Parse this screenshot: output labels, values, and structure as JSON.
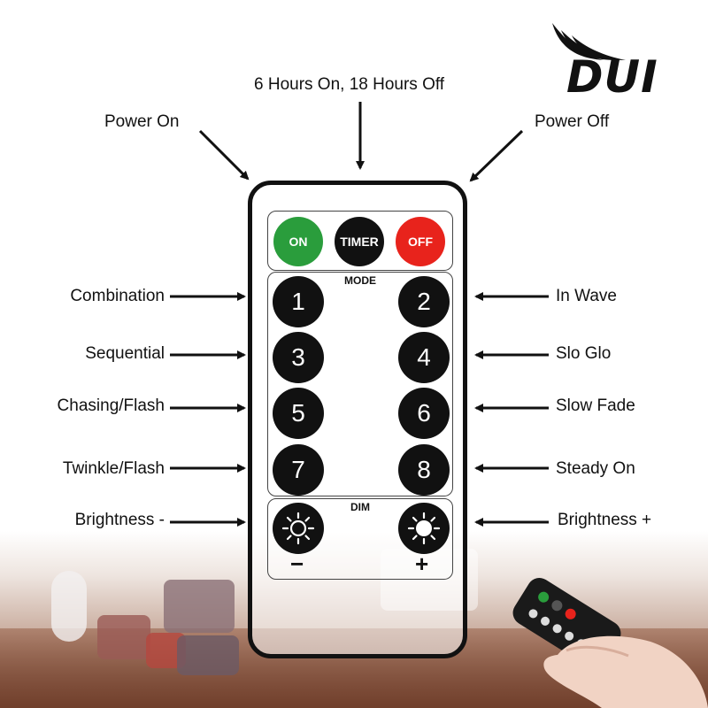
{
  "brand": {
    "logo_text": "DUI"
  },
  "top_labels": {
    "power_on": "Power On",
    "timer": "6 Hours On, 18 Hours Off",
    "power_off": "Power Off"
  },
  "left_labels": [
    "Combination",
    "Sequential",
    "Chasing/Flash",
    "Twinkle/Flash",
    "Brightness -"
  ],
  "right_labels": [
    "In Wave",
    "Slo Glo",
    "Slow Fade",
    "Steady On",
    "Brightness +"
  ],
  "remote": {
    "buttons": {
      "on": {
        "label": "ON",
        "color": "#2a9d3c"
      },
      "timer": {
        "label": "TIMER",
        "color": "#111111"
      },
      "off": {
        "label": "OFF",
        "color": "#e8231c"
      }
    },
    "mode_title": "MODE",
    "mode_buttons": [
      "1",
      "2",
      "3",
      "4",
      "5",
      "6",
      "7",
      "8"
    ],
    "dim_title": "DIM",
    "dim_minus": "−",
    "dim_plus": "+"
  }
}
